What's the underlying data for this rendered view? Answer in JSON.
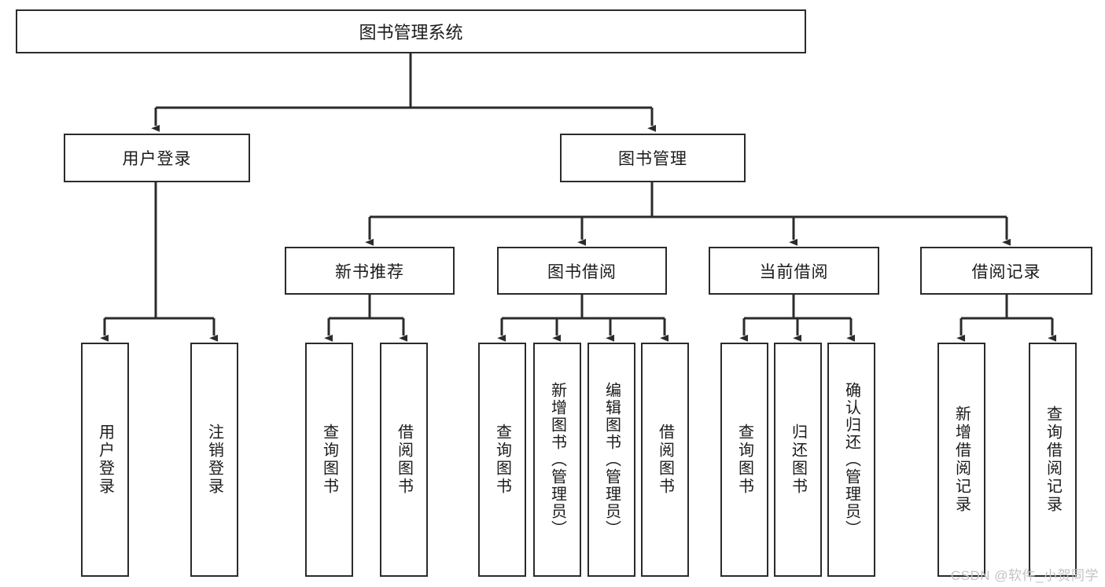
{
  "diagram": {
    "title": "图书管理系统",
    "type": "tree-hierarchy-chart",
    "root": {
      "label": "图书管理系统"
    },
    "level2": [
      {
        "label": "用户登录"
      },
      {
        "label": "图书管理"
      }
    ],
    "level3": [
      {
        "label": "新书推荐"
      },
      {
        "label": "图书借阅"
      },
      {
        "label": "当前借阅"
      },
      {
        "label": "借阅记录"
      }
    ],
    "leaves": {
      "user_login": [
        {
          "label": "用户登录"
        },
        {
          "label": "注销登录"
        }
      ],
      "new_book_recommend": [
        {
          "label": "查询图书"
        },
        {
          "label": "借阅图书"
        }
      ],
      "book_borrow": [
        {
          "label": "查询图书"
        },
        {
          "label": "新增图书（管理员）"
        },
        {
          "label": "编辑图书（管理员）"
        },
        {
          "label": "借阅图书"
        }
      ],
      "current_borrow": [
        {
          "label": "查询图书"
        },
        {
          "label": "归还图书"
        },
        {
          "label": "确认归还（管理员）"
        }
      ],
      "borrow_record": [
        {
          "label": "新增借阅记录"
        },
        {
          "label": "查询借阅记录"
        }
      ]
    }
  },
  "watermark": {
    "text": "CSDN @软件_小贺同学"
  },
  "colors": {
    "stroke": "#2b2b2b",
    "background": "#ffffff",
    "text": "#1b1b1b",
    "watermark": "#c3c3c3"
  }
}
